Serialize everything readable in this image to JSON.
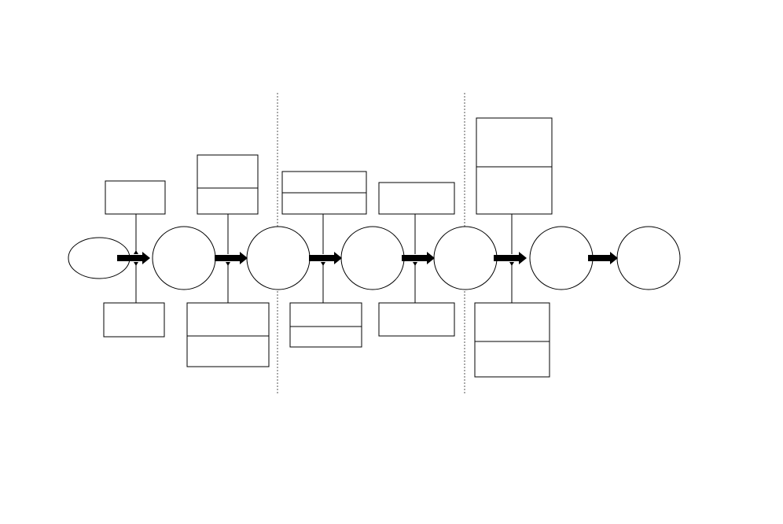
{
  "diagram": {
    "type": "process-flow",
    "colors": {
      "stroke": "#000000",
      "background": "#ffffff",
      "divider": "#555555"
    },
    "nodes": [
      {
        "id": "start",
        "shape": "ellipse",
        "label": ""
      },
      {
        "id": "process-1",
        "shape": "circle",
        "label": ""
      },
      {
        "id": "process-2",
        "shape": "circle",
        "label": ""
      },
      {
        "id": "process-3",
        "shape": "circle",
        "label": ""
      },
      {
        "id": "process-4",
        "shape": "circle",
        "label": ""
      },
      {
        "id": "process-5",
        "shape": "circle",
        "label": ""
      },
      {
        "id": "process-6",
        "shape": "circle",
        "label": ""
      }
    ],
    "flows": [
      {
        "from": "start",
        "to": "process-1"
      },
      {
        "from": "process-1",
        "to": "process-2"
      },
      {
        "from": "process-2",
        "to": "process-3"
      },
      {
        "from": "process-3",
        "to": "process-4"
      },
      {
        "from": "process-4",
        "to": "process-5"
      },
      {
        "from": "process-5",
        "to": "process-6"
      }
    ],
    "input_boxes_top": [
      {
        "flow": 1,
        "sections": [
          ""
        ]
      },
      {
        "flow": 2,
        "sections": [
          "",
          ""
        ]
      },
      {
        "flow": 3,
        "sections": [
          "",
          ""
        ]
      },
      {
        "flow": 4,
        "sections": [
          ""
        ]
      },
      {
        "flow": 5,
        "sections": [
          "",
          ""
        ]
      }
    ],
    "input_boxes_bottom": [
      {
        "flow": 1,
        "sections": [
          ""
        ]
      },
      {
        "flow": 2,
        "sections": [
          "",
          ""
        ]
      },
      {
        "flow": 3,
        "sections": [
          "",
          ""
        ]
      },
      {
        "flow": 4,
        "sections": [
          ""
        ]
      },
      {
        "flow": 5,
        "sections": [
          "",
          ""
        ]
      }
    ],
    "phase_dividers": 2
  }
}
